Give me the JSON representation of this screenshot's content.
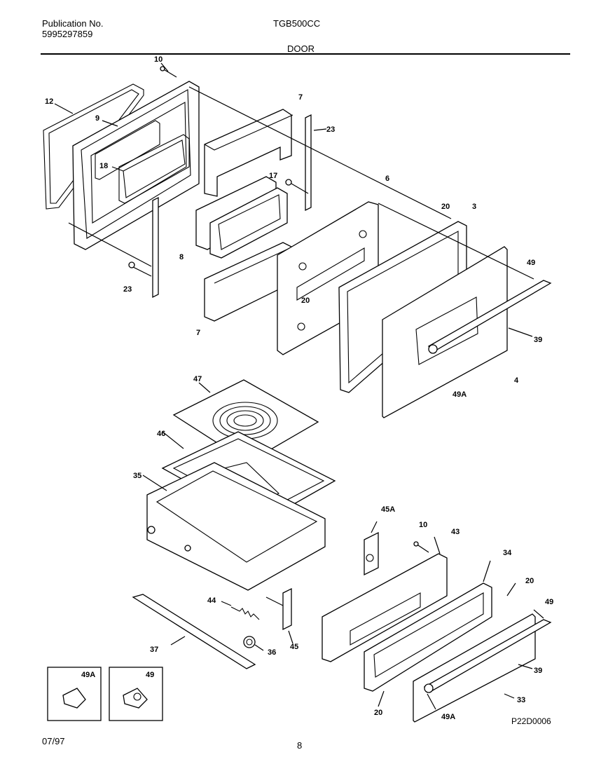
{
  "header": {
    "publication_label": "Publication No.",
    "publication_number": "5995297859",
    "model": "TGB500CC",
    "section_title": "DOOR"
  },
  "footer": {
    "date": "07/97",
    "page": "8",
    "diagram_code": "P22D0006"
  },
  "parts": {
    "p10a": "10",
    "p12": "12",
    "p9": "9",
    "p18": "18",
    "p7a": "7",
    "p23a": "23",
    "p17": "17",
    "p6": "6",
    "p20a": "20",
    "p3": "3",
    "p8": "8",
    "p23b": "23",
    "p49a": "49",
    "p20b": "20",
    "p7b": "7",
    "p39a": "39",
    "p4": "4",
    "p49Aa": "49A",
    "p47": "47",
    "p46": "46",
    "p35": "35",
    "p45A": "45A",
    "p10b": "10",
    "p43": "43",
    "p34": "34",
    "p20c": "20",
    "p44": "44",
    "p49b": "49",
    "p37": "37",
    "p36": "36",
    "p45": "45",
    "p39b": "39",
    "p20d": "20",
    "p33": "33",
    "p49Ab": "49A"
  },
  "inset_boxes": {
    "left_label": "49A",
    "right_label": "49"
  }
}
